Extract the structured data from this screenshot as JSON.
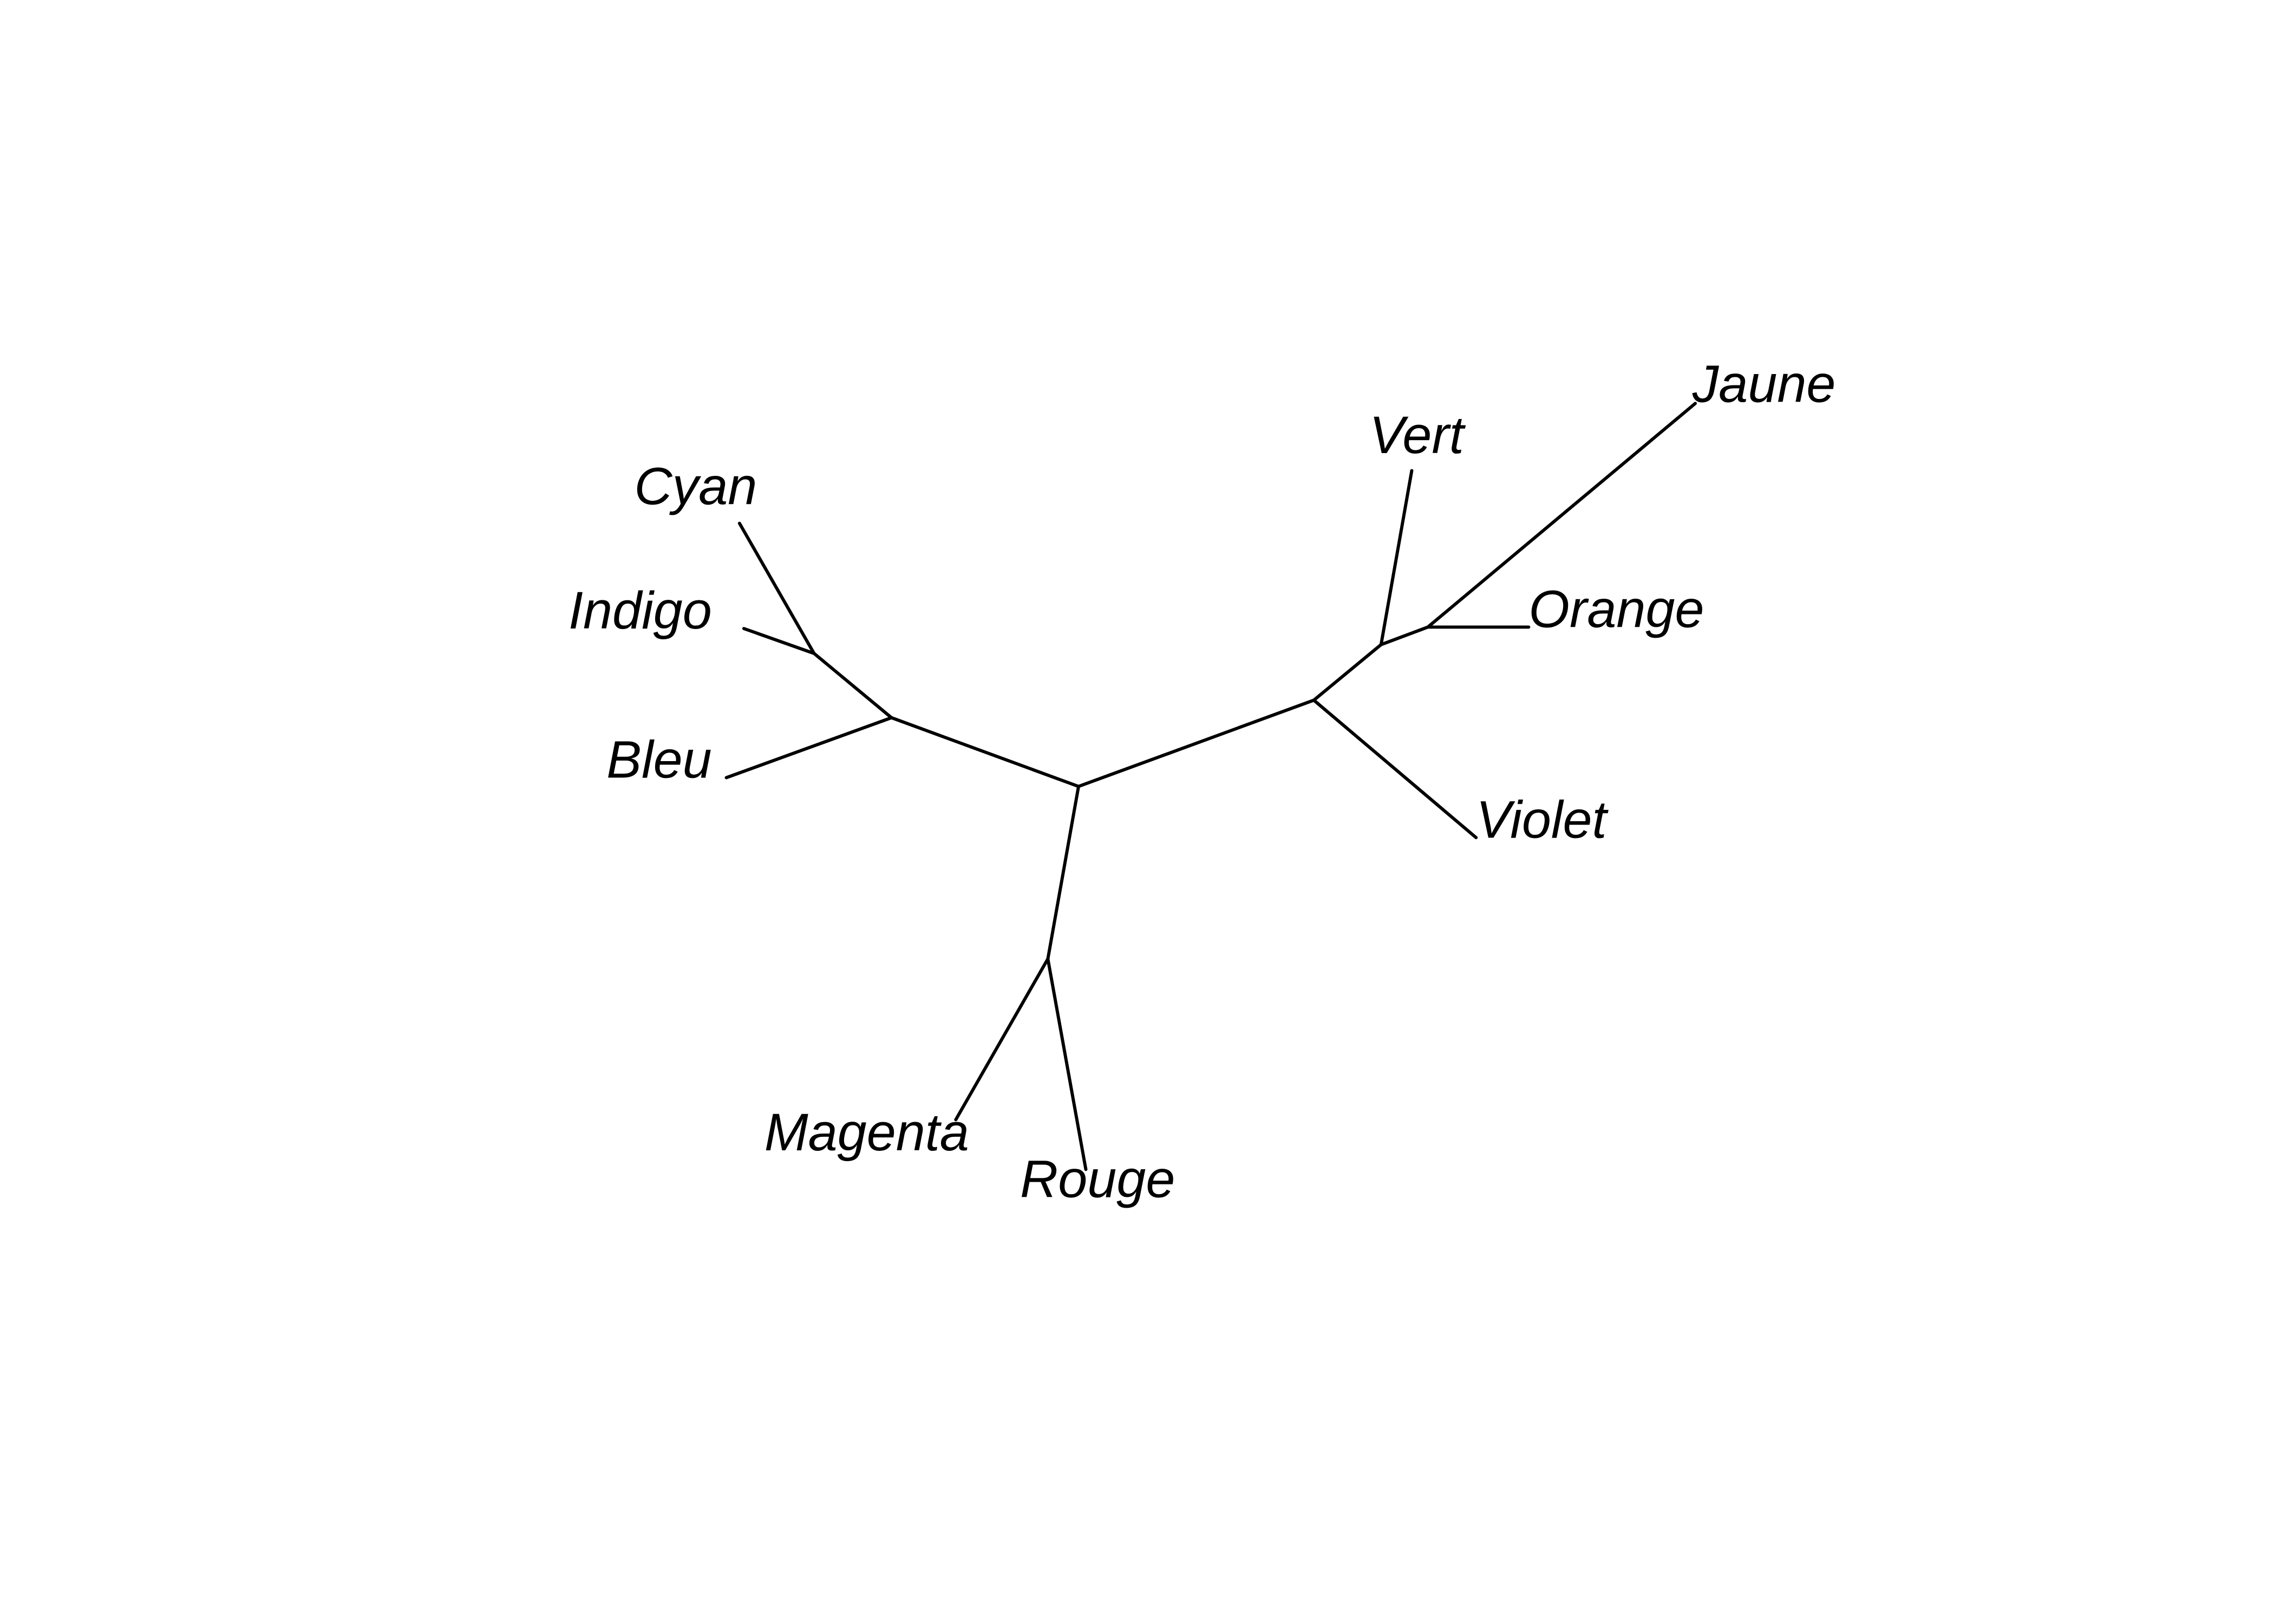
{
  "diagram": {
    "type": "unrooted-phylogenetic-tree",
    "line_color": "#000000",
    "leaves": {
      "cyan": "Cyan",
      "indigo": "Indigo",
      "bleu": "Bleu",
      "vert": "Vert",
      "jaune": "Jaune",
      "orange": "Orange",
      "violet": "Violet",
      "magenta": "Magenta",
      "rouge": "Rouge"
    },
    "topology": "((Cyan,Indigo),Bleu),((Vert,(Jaune,Orange)),Violet),(Magenta,Rouge)"
  }
}
